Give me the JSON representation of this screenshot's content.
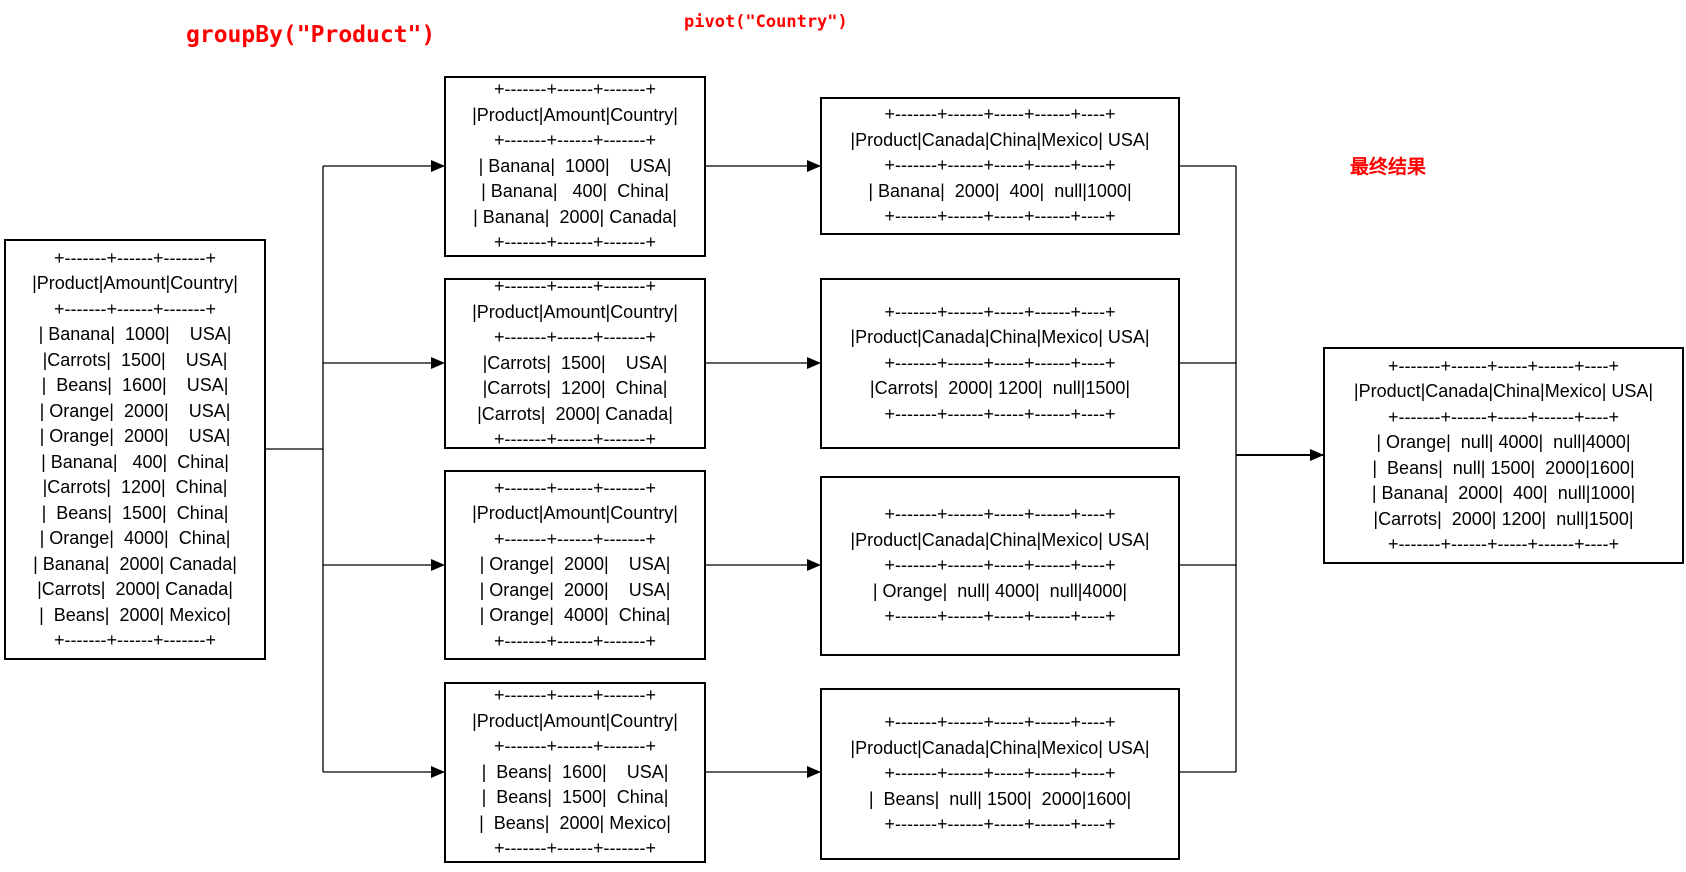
{
  "labels": {
    "group_by": "groupBy(\"Product\")",
    "pivot": "pivot(\"Country\")",
    "final": "最终结果"
  },
  "source_table": [
    "+-------+------+-------+",
    "|Product|Amount|Country|",
    "+-------+------+-------+",
    "| Banana|  1000|    USA|",
    "|Carrots|  1500|    USA|",
    "|  Beans|  1600|    USA|",
    "| Orange|  2000|    USA|",
    "| Orange|  2000|    USA|",
    "| Banana|   400|  China|",
    "|Carrots|  1200|  China|",
    "|  Beans|  1500|  China|",
    "| Orange|  4000|  China|",
    "| Banana|  2000| Canada|",
    "|Carrots|  2000| Canada|",
    "|  Beans|  2000| Mexico|",
    "+-------+------+-------+"
  ],
  "group_tables": [
    [
      "+-------+------+-------+",
      "|Product|Amount|Country|",
      "+-------+------+-------+",
      "| Banana|  1000|    USA|",
      "| Banana|   400|  China|",
      "| Banana|  2000| Canada|",
      "+-------+------+-------+"
    ],
    [
      "+-------+------+-------+",
      "|Product|Amount|Country|",
      "+-------+------+-------+",
      "|Carrots|  1500|    USA|",
      "|Carrots|  1200|  China|",
      "|Carrots|  2000| Canada|",
      "+-------+------+-------+"
    ],
    [
      "+-------+------+-------+",
      "|Product|Amount|Country|",
      "+-------+------+-------+",
      "| Orange|  2000|    USA|",
      "| Orange|  2000|    USA|",
      "| Orange|  4000|  China|",
      "+-------+------+-------+"
    ],
    [
      "+-------+------+-------+",
      "|Product|Amount|Country|",
      "+-------+------+-------+",
      "|  Beans|  1600|    USA|",
      "|  Beans|  1500|  China|",
      "|  Beans|  2000| Mexico|",
      "+-------+------+-------+"
    ]
  ],
  "pivot_tables": [
    [
      "+-------+------+-----+------+----+",
      "|Product|Canada|China|Mexico| USA|",
      "+-------+------+-----+------+----+",
      "| Banana|  2000|  400|  null|1000|",
      "+-------+------+-----+------+----+"
    ],
    [
      "+-------+------+-----+------+----+",
      "|Product|Canada|China|Mexico| USA|",
      "+-------+------+-----+------+----+",
      "|Carrots|  2000| 1200|  null|1500|",
      "+-------+------+-----+------+----+"
    ],
    [
      "+-------+------+-----+------+----+",
      "|Product|Canada|China|Mexico| USA|",
      "+-------+------+-----+------+----+",
      "| Orange|  null| 4000|  null|4000|",
      "+-------+------+-----+------+----+"
    ],
    [
      "+-------+------+-----+------+----+",
      "|Product|Canada|China|Mexico| USA|",
      "+-------+------+-----+------+----+",
      "|  Beans|  null| 1500|  2000|1600|",
      "+-------+------+-----+------+----+"
    ]
  ],
  "result_table": [
    "+-------+------+-----+------+----+",
    "|Product|Canada|China|Mexico| USA|",
    "+-------+------+-----+------+----+",
    "| Orange|  null| 4000|  null|4000|",
    "|  Beans|  null| 1500|  2000|1600|",
    "| Banana|  2000|  400|  null|1000|",
    "|Carrots|  2000| 1200|  null|1500|",
    "+-------+------+-----+------+----+"
  ]
}
